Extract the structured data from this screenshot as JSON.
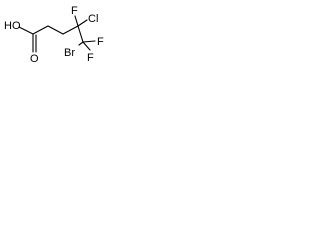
{
  "molecule": {
    "atoms": {
      "hydroxyl": "HO",
      "carbonyl_oxygen": "O",
      "fluorine_top": "F",
      "chlorine": "Cl",
      "bromine": "Br",
      "fluorine_right": "F",
      "fluorine_bottom": "F"
    }
  }
}
